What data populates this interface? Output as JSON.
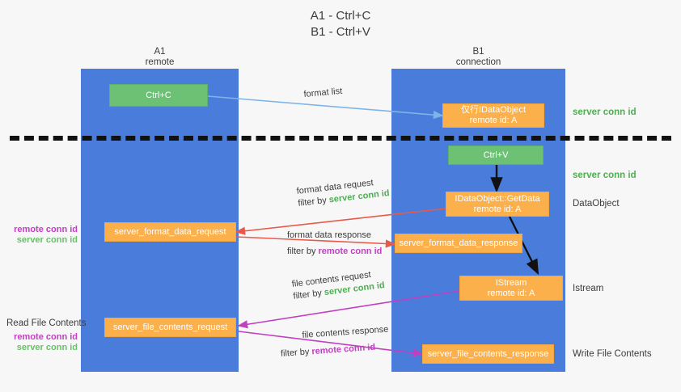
{
  "title": {
    "line1": "A1 - Ctrl+C",
    "line2": "B1 - Ctrl+V"
  },
  "lanes": [
    {
      "id": "a1",
      "name": "A1",
      "role": "remote"
    },
    {
      "id": "b1",
      "name": "B1",
      "role": "connection"
    }
  ],
  "boxes": {
    "ctrl_c": "Ctrl+C",
    "ctrl_v": "Ctrl+V",
    "idataobject_title": "仅行IDataObject",
    "idataobject_sub": "remote id: A",
    "getdata_title": "IDataObject::GetData",
    "getdata_sub": "remote id: A",
    "istream_title": "IStream",
    "istream_sub": "remote id: A",
    "server_format_data_request": "server_format_data_request",
    "server_format_data_response": "server_format_data_response",
    "server_file_contents_request": "server_file_contents_request",
    "server_file_contents_response": "server_file_contents_response"
  },
  "edge_labels": {
    "format_list": "format list",
    "format_data_request": "format data request",
    "format_data_request_filter_prefix": "filter by ",
    "format_data_request_filter_key": "server conn id",
    "format_data_response": "format data response",
    "format_data_response_filter_prefix": "filter by ",
    "format_data_response_filter_key": "remote conn id",
    "file_contents_request": "file contents request",
    "file_contents_request_filter_prefix": "filter by ",
    "file_contents_request_filter_key": "server conn id",
    "file_contents_response": "file contents response",
    "file_contents_response_filter_prefix": "filter by ",
    "file_contents_response_filter_key": "remote conn id"
  },
  "right_annotations": {
    "server_conn_id_top": "server conn id",
    "server_conn_id_second": "server conn id",
    "dataobject": "DataObject",
    "istream": "Istream",
    "write_file_contents": "Write File Contents"
  },
  "left_annotations": {
    "read_file_contents": "Read File Contents",
    "remote_conn_id": "remote conn id",
    "server_conn_id": "server conn id"
  },
  "colors": {
    "lane": "#4a7ddb",
    "green_box": "#6cc174",
    "orange_box": "#fbb04b",
    "remote_key": "#c13fc1",
    "server_key": "#4caf50",
    "red_arrow": "#e8594a",
    "magenta_arrow": "#c13fc1",
    "blue_arrow": "#7fb4e8",
    "black_arrow": "#111111"
  }
}
